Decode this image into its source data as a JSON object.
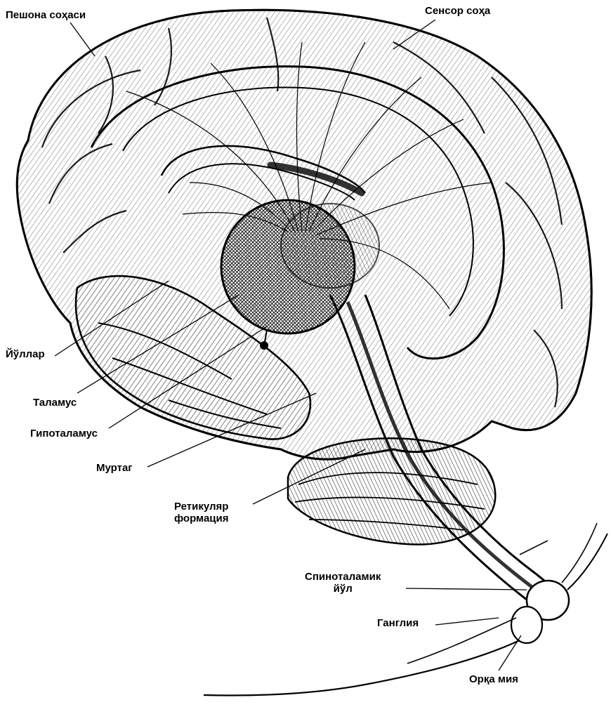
{
  "labels": {
    "frontal": "Пешона соҳаси",
    "sensory": "Сенсор соҳа",
    "pathways": "Йўллар",
    "thalamus": "Таламус",
    "hypothalamus": "Гипоталамус",
    "cerebellum": "Муртаг",
    "reticular_line1": "Ретикуляр",
    "reticular_line2": "формация",
    "spinothalamic_line1": "Спиноталамик",
    "spinothalamic_line2": "йўл",
    "ganglion": "Ганглия",
    "spinal_cord": "Орқа мия"
  },
  "colors": {
    "ink": "#000000",
    "paper": "#ffffff"
  }
}
